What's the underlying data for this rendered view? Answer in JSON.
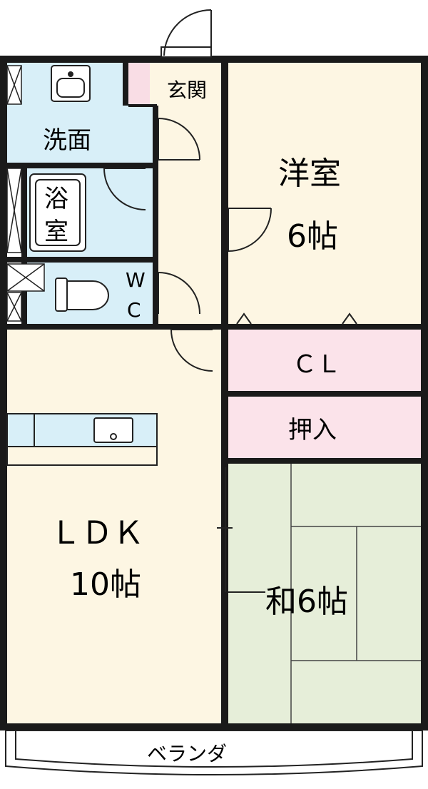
{
  "rooms": {
    "entrance": "玄関",
    "washroom": "洗面",
    "bath_line1": "浴",
    "bath_line2": "室",
    "wc_line1": "W",
    "wc_line2": "C",
    "western_name": "洋室",
    "western_size": "6帖",
    "closet": "ＣＬ",
    "oshiire": "押入",
    "ldk_name": "ＬＤＫ",
    "ldk_size": "10帖",
    "washitsu": "和6帖",
    "veranda": "ベランダ"
  },
  "colors": {
    "wall": "#1a1a1a",
    "wet_area": "#d8eff8",
    "living": "#fdf6e3",
    "storage": "#fbe3ea",
    "tatami": "#e6eed9",
    "entrance_accent": "#f9dde5",
    "line": "#222222",
    "veranda_fill": "#ffffff"
  },
  "icons": [
    "washbasin-icon",
    "bathtub-icon",
    "toilet-icon",
    "kitchen-sink-icon"
  ]
}
